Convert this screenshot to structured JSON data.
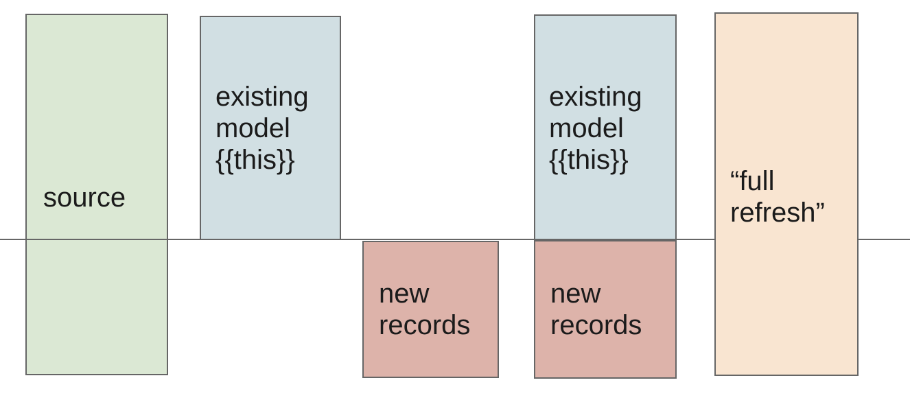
{
  "diagram": {
    "border_color": "#666666",
    "baseline_color": "#666666",
    "background_color": "#ffffff",
    "text_color": "#1b1b1b",
    "boxes": [
      {
        "name": "source",
        "label": "source",
        "fill": "#dbe8d4"
      },
      {
        "name": "existing-model-1",
        "label": "existing\nmodel\n{{this}}",
        "fill": "#d1dfe3"
      },
      {
        "name": "new-records-1",
        "label": "new\nrecords",
        "fill": "#ddb3aa"
      },
      {
        "name": "existing-model-2",
        "label": "existing\nmodel\n{{this}}",
        "fill": "#d1dfe3"
      },
      {
        "name": "new-records-2",
        "label": "new\nrecords",
        "fill": "#ddb3aa"
      },
      {
        "name": "full-refresh",
        "label": "“full\nrefresh”",
        "fill": "#f9e5d1"
      }
    ]
  }
}
